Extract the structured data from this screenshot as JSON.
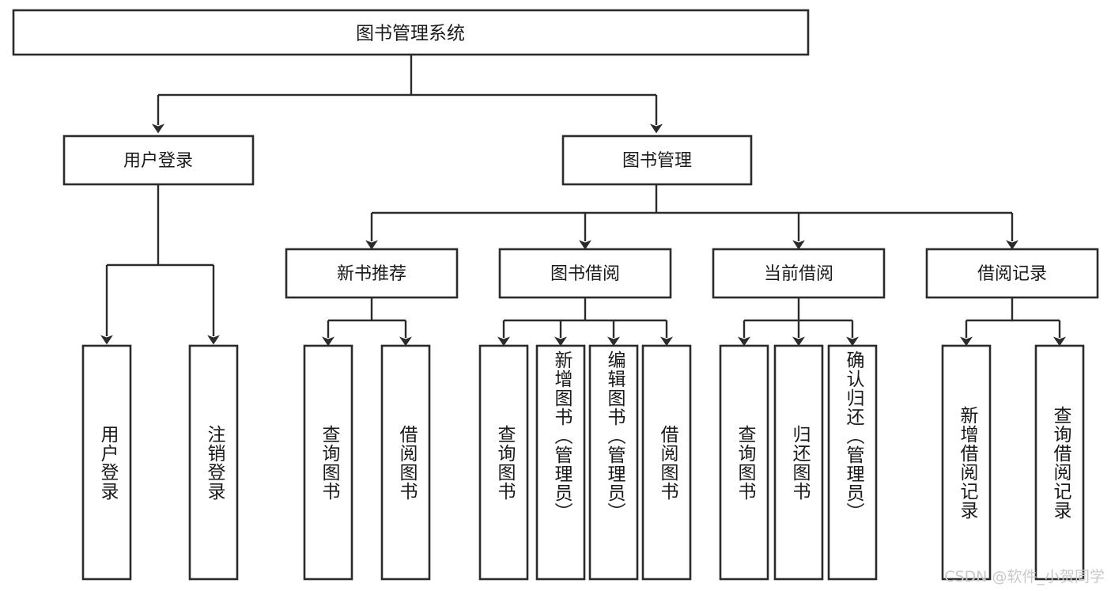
{
  "diagram": {
    "type": "hierarchy-tree",
    "root": {
      "id": "root",
      "label": "图书管理系统"
    },
    "level2": [
      {
        "id": "user-login",
        "label": "用户登录"
      },
      {
        "id": "book-manage",
        "label": "图书管理"
      }
    ],
    "level3": [
      {
        "id": "new-book-recommend",
        "label": "新书推荐",
        "parent": "book-manage"
      },
      {
        "id": "book-borrow",
        "label": "图书借阅",
        "parent": "book-manage"
      },
      {
        "id": "current-borrow",
        "label": "当前借阅",
        "parent": "book-manage"
      },
      {
        "id": "borrow-record",
        "label": "借阅记录",
        "parent": "book-manage"
      }
    ],
    "leaves": [
      {
        "id": "leaf-user-login",
        "label": "用户登录",
        "parent": "user-login"
      },
      {
        "id": "leaf-logout",
        "label": "注销登录",
        "parent": "user-login"
      },
      {
        "id": "leaf-query-book-1",
        "label": "查询图书",
        "parent": "new-book-recommend"
      },
      {
        "id": "leaf-borrow-book-1",
        "label": "借阅图书",
        "parent": "new-book-recommend"
      },
      {
        "id": "leaf-query-book-2",
        "label": "查询图书",
        "parent": "book-borrow"
      },
      {
        "id": "leaf-add-book",
        "label": "新增图书（管理员）",
        "parent": "book-borrow"
      },
      {
        "id": "leaf-edit-book",
        "label": "编辑图书（管理员）",
        "parent": "book-borrow"
      },
      {
        "id": "leaf-borrow-book-2",
        "label": "借阅图书",
        "parent": "book-borrow"
      },
      {
        "id": "leaf-query-book-3",
        "label": "查询图书",
        "parent": "current-borrow"
      },
      {
        "id": "leaf-return-book",
        "label": "归还图书",
        "parent": "current-borrow"
      },
      {
        "id": "leaf-confirm-return",
        "label": "确认归还（管理员）",
        "parent": "current-borrow"
      },
      {
        "id": "leaf-add-record",
        "label": "新增借阅记录",
        "parent": "borrow-record"
      },
      {
        "id": "leaf-query-record",
        "label": "查询借阅记录",
        "parent": "borrow-record"
      }
    ],
    "colors": {
      "background": "#ffffff",
      "box_fill": "#ffffff",
      "box_stroke": "#2b2b2b",
      "text": "#1a1a1a",
      "watermark": "#c9c9c9"
    }
  },
  "watermark": {
    "text": "CSDN @软件_小贺同学"
  }
}
